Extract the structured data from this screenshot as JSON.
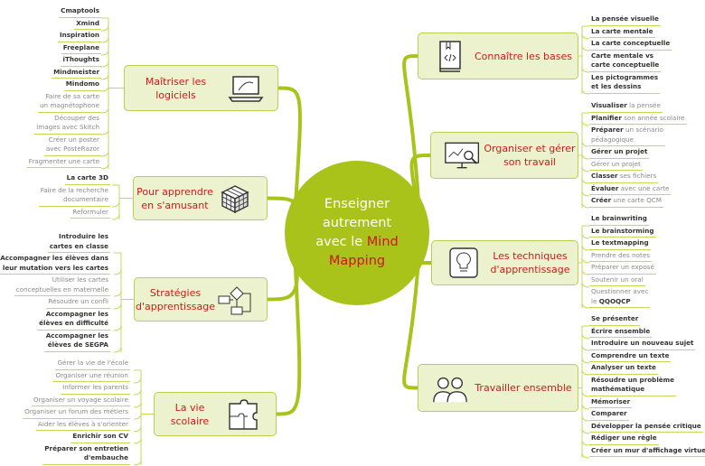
{
  "center": {
    "line1": "Enseigner",
    "line2": "autrement",
    "line3": "avec le",
    "highlight1": "Mind",
    "highlight2": "Mapping"
  },
  "colors": {
    "accent": "#a9c31b",
    "title": "#cc1a1a",
    "box_fill": "#ecf2cd"
  },
  "branches": [
    {
      "id": "logiciels",
      "label": "Maîtriser les logiciels",
      "icon": "laptop-icon",
      "side": "l",
      "leaves": [
        {
          "b": "Cmaptools",
          "t": ""
        },
        {
          "b": "Xmind",
          "t": ""
        },
        {
          "b": "Inspiration",
          "t": ""
        },
        {
          "b": "Freeplane",
          "t": ""
        },
        {
          "b": "iThoughts",
          "t": ""
        },
        {
          "b": "Mindmeister",
          "t": ""
        },
        {
          "b": "Mindomo",
          "t": ""
        },
        {
          "b": "",
          "t": "Faire de sa carte\nun magnétophone"
        },
        {
          "b": "",
          "t": "Découper des\nimages avec Skitch"
        },
        {
          "b": "",
          "t": "Créer un poster\navec PosteRazor"
        },
        {
          "b": "",
          "t": "Fragmenter une carte"
        }
      ]
    },
    {
      "id": "amusant",
      "label": "Pour apprendre en s'amusant",
      "icon": "rubiks-cube-icon",
      "side": "l",
      "leaves": [
        {
          "b": "La carte 3D",
          "t": ""
        },
        {
          "b": "",
          "t": "Faire de la recherche\ndocumentaire"
        },
        {
          "b": "",
          "t": "Reformuler"
        }
      ]
    },
    {
      "id": "strategies",
      "label": "Stratégies d'apprentissage",
      "icon": "flowchart-icon",
      "side": "l",
      "leaves": [
        {
          "b": "Introduire les\ncartes en classe",
          "t": ""
        },
        {
          "b": "Accompagner les élèves dans\nleur mutation vers les cartes",
          "t": ""
        },
        {
          "b": "",
          "t": "Utiliser les cartes\nconceptuelles en maternelle"
        },
        {
          "b": "",
          "t": "Résoudre un confli"
        },
        {
          "b": "Accompagner les\nélèves en difficulté",
          "t": ""
        },
        {
          "b": "Accompagner les\nélèves de SEGPA",
          "t": ""
        }
      ]
    },
    {
      "id": "vie",
      "label": "La vie scolaire",
      "icon": "puzzle-icon",
      "side": "l",
      "leaves": [
        {
          "b": "",
          "t": "Gérer la vie de l'école"
        },
        {
          "b": "",
          "t": "Organiser une réunion"
        },
        {
          "b": "",
          "t": "Informer les parents"
        },
        {
          "b": "",
          "t": "Organiser un voyage scolaire"
        },
        {
          "b": "",
          "t": "Organiser un forum des métiers"
        },
        {
          "b": "",
          "t": "Aider les élèves à s'orienter"
        },
        {
          "b": "Enrichir son CV",
          "t": ""
        },
        {
          "b": "Préparer son entretien\nd'embauche",
          "t": ""
        }
      ]
    },
    {
      "id": "bases",
      "label": "Connaître les bases",
      "icon": "book-icon",
      "side": "r",
      "leaves": [
        {
          "b": "La pensée visuelle",
          "t": ""
        },
        {
          "b": "La carte mentale",
          "t": ""
        },
        {
          "b": "La carte conceptuelle",
          "t": ""
        },
        {
          "b": "Carte mentale vs\ncarte conceptuelle",
          "t": ""
        },
        {
          "b": "Les pictogrammes\net les dessins",
          "t": ""
        }
      ]
    },
    {
      "id": "organiser",
      "label": "Organiser et gérer son travail",
      "icon": "monitor-search-icon",
      "side": "r",
      "leaves": [
        {
          "b": "Visualiser",
          "t": " la pensée"
        },
        {
          "b": "Planifier",
          "t": " son année scolaire"
        },
        {
          "b": "Préparer",
          "t": " un scénario\npédagogique"
        },
        {
          "b": "Gérer un projet",
          "t": ""
        },
        {
          "b": "",
          "t": "Gérer un projet"
        },
        {
          "b": "Classer",
          "t": " ses fichiers"
        },
        {
          "b": "Évaluer",
          "t": " avec une carte"
        },
        {
          "b": "Créer",
          "t": " une carte QCM"
        }
      ]
    },
    {
      "id": "techniques",
      "label": "Les techniques d'apprentissage",
      "icon": "lightbulb-icon",
      "side": "r",
      "leaves": [
        {
          "b": "Le brainwriting",
          "t": ""
        },
        {
          "b": "Le brainstorming",
          "t": ""
        },
        {
          "b": "Le textmapping",
          "t": ""
        },
        {
          "b": "",
          "t": "Prendre des notes"
        },
        {
          "b": "",
          "t": "Préparer un exposé"
        },
        {
          "b": "",
          "t": "Soutenir un oral"
        },
        {
          "b": "",
          "t": "Questionner avec\nle ",
          "b2": "QQOQCP"
        }
      ]
    },
    {
      "id": "ensemble",
      "label": "Travailler ensemble",
      "icon": "people-icon",
      "side": "r",
      "leaves": [
        {
          "b": "Se présenter",
          "t": ""
        },
        {
          "b": "Écrire ensemble",
          "t": ""
        },
        {
          "b": "Introduire un nouveau sujet",
          "t": ""
        },
        {
          "b": "Comprendre un texte",
          "t": ""
        },
        {
          "b": "Analyser un texte",
          "t": ""
        },
        {
          "b": "Résoudre un problème\nmathématique",
          "t": ""
        },
        {
          "b": "Mémoriser",
          "t": ""
        },
        {
          "b": "Comparer",
          "t": ""
        },
        {
          "b": "Développer la pensée critique",
          "t": ""
        },
        {
          "b": "Rédiger une règle",
          "t": ""
        },
        {
          "b": "Créer un mur d'affichage virtuel",
          "t": ""
        }
      ]
    }
  ]
}
